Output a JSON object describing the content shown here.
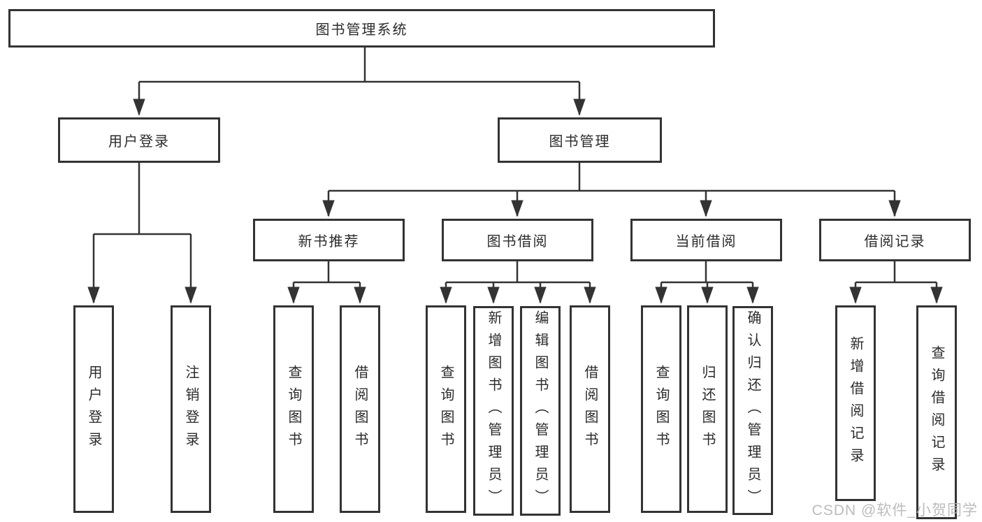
{
  "tree": {
    "root": {
      "label": "图书管理系统",
      "children": [
        {
          "label": "用户登录",
          "children": [
            {
              "label": "用户登录"
            },
            {
              "label": "注销登录"
            }
          ]
        },
        {
          "label": "图书管理",
          "children": [
            {
              "label": "新书推荐",
              "children": [
                {
                  "label": "查询图书"
                },
                {
                  "label": "借阅图书"
                }
              ]
            },
            {
              "label": "图书借阅",
              "children": [
                {
                  "label": "查询图书"
                },
                {
                  "label": "新增图书（管理员）"
                },
                {
                  "label": "编辑图书（管理员）"
                },
                {
                  "label": "借阅图书"
                }
              ]
            },
            {
              "label": "当前借阅",
              "children": [
                {
                  "label": "查询图书"
                },
                {
                  "label": "归还图书"
                },
                {
                  "label": "确认归还（管理员）"
                }
              ]
            },
            {
              "label": "借阅记录",
              "children": [
                {
                  "label": "新增借阅记录"
                },
                {
                  "label": "查询借阅记录"
                }
              ]
            }
          ]
        }
      ]
    }
  },
  "watermark": {
    "text": "CSDN @软件_小贺同学"
  },
  "colors": {
    "line": "#333333",
    "text": "#2b2b2b",
    "watermark": "#b5b5b5",
    "background": "#ffffff"
  }
}
